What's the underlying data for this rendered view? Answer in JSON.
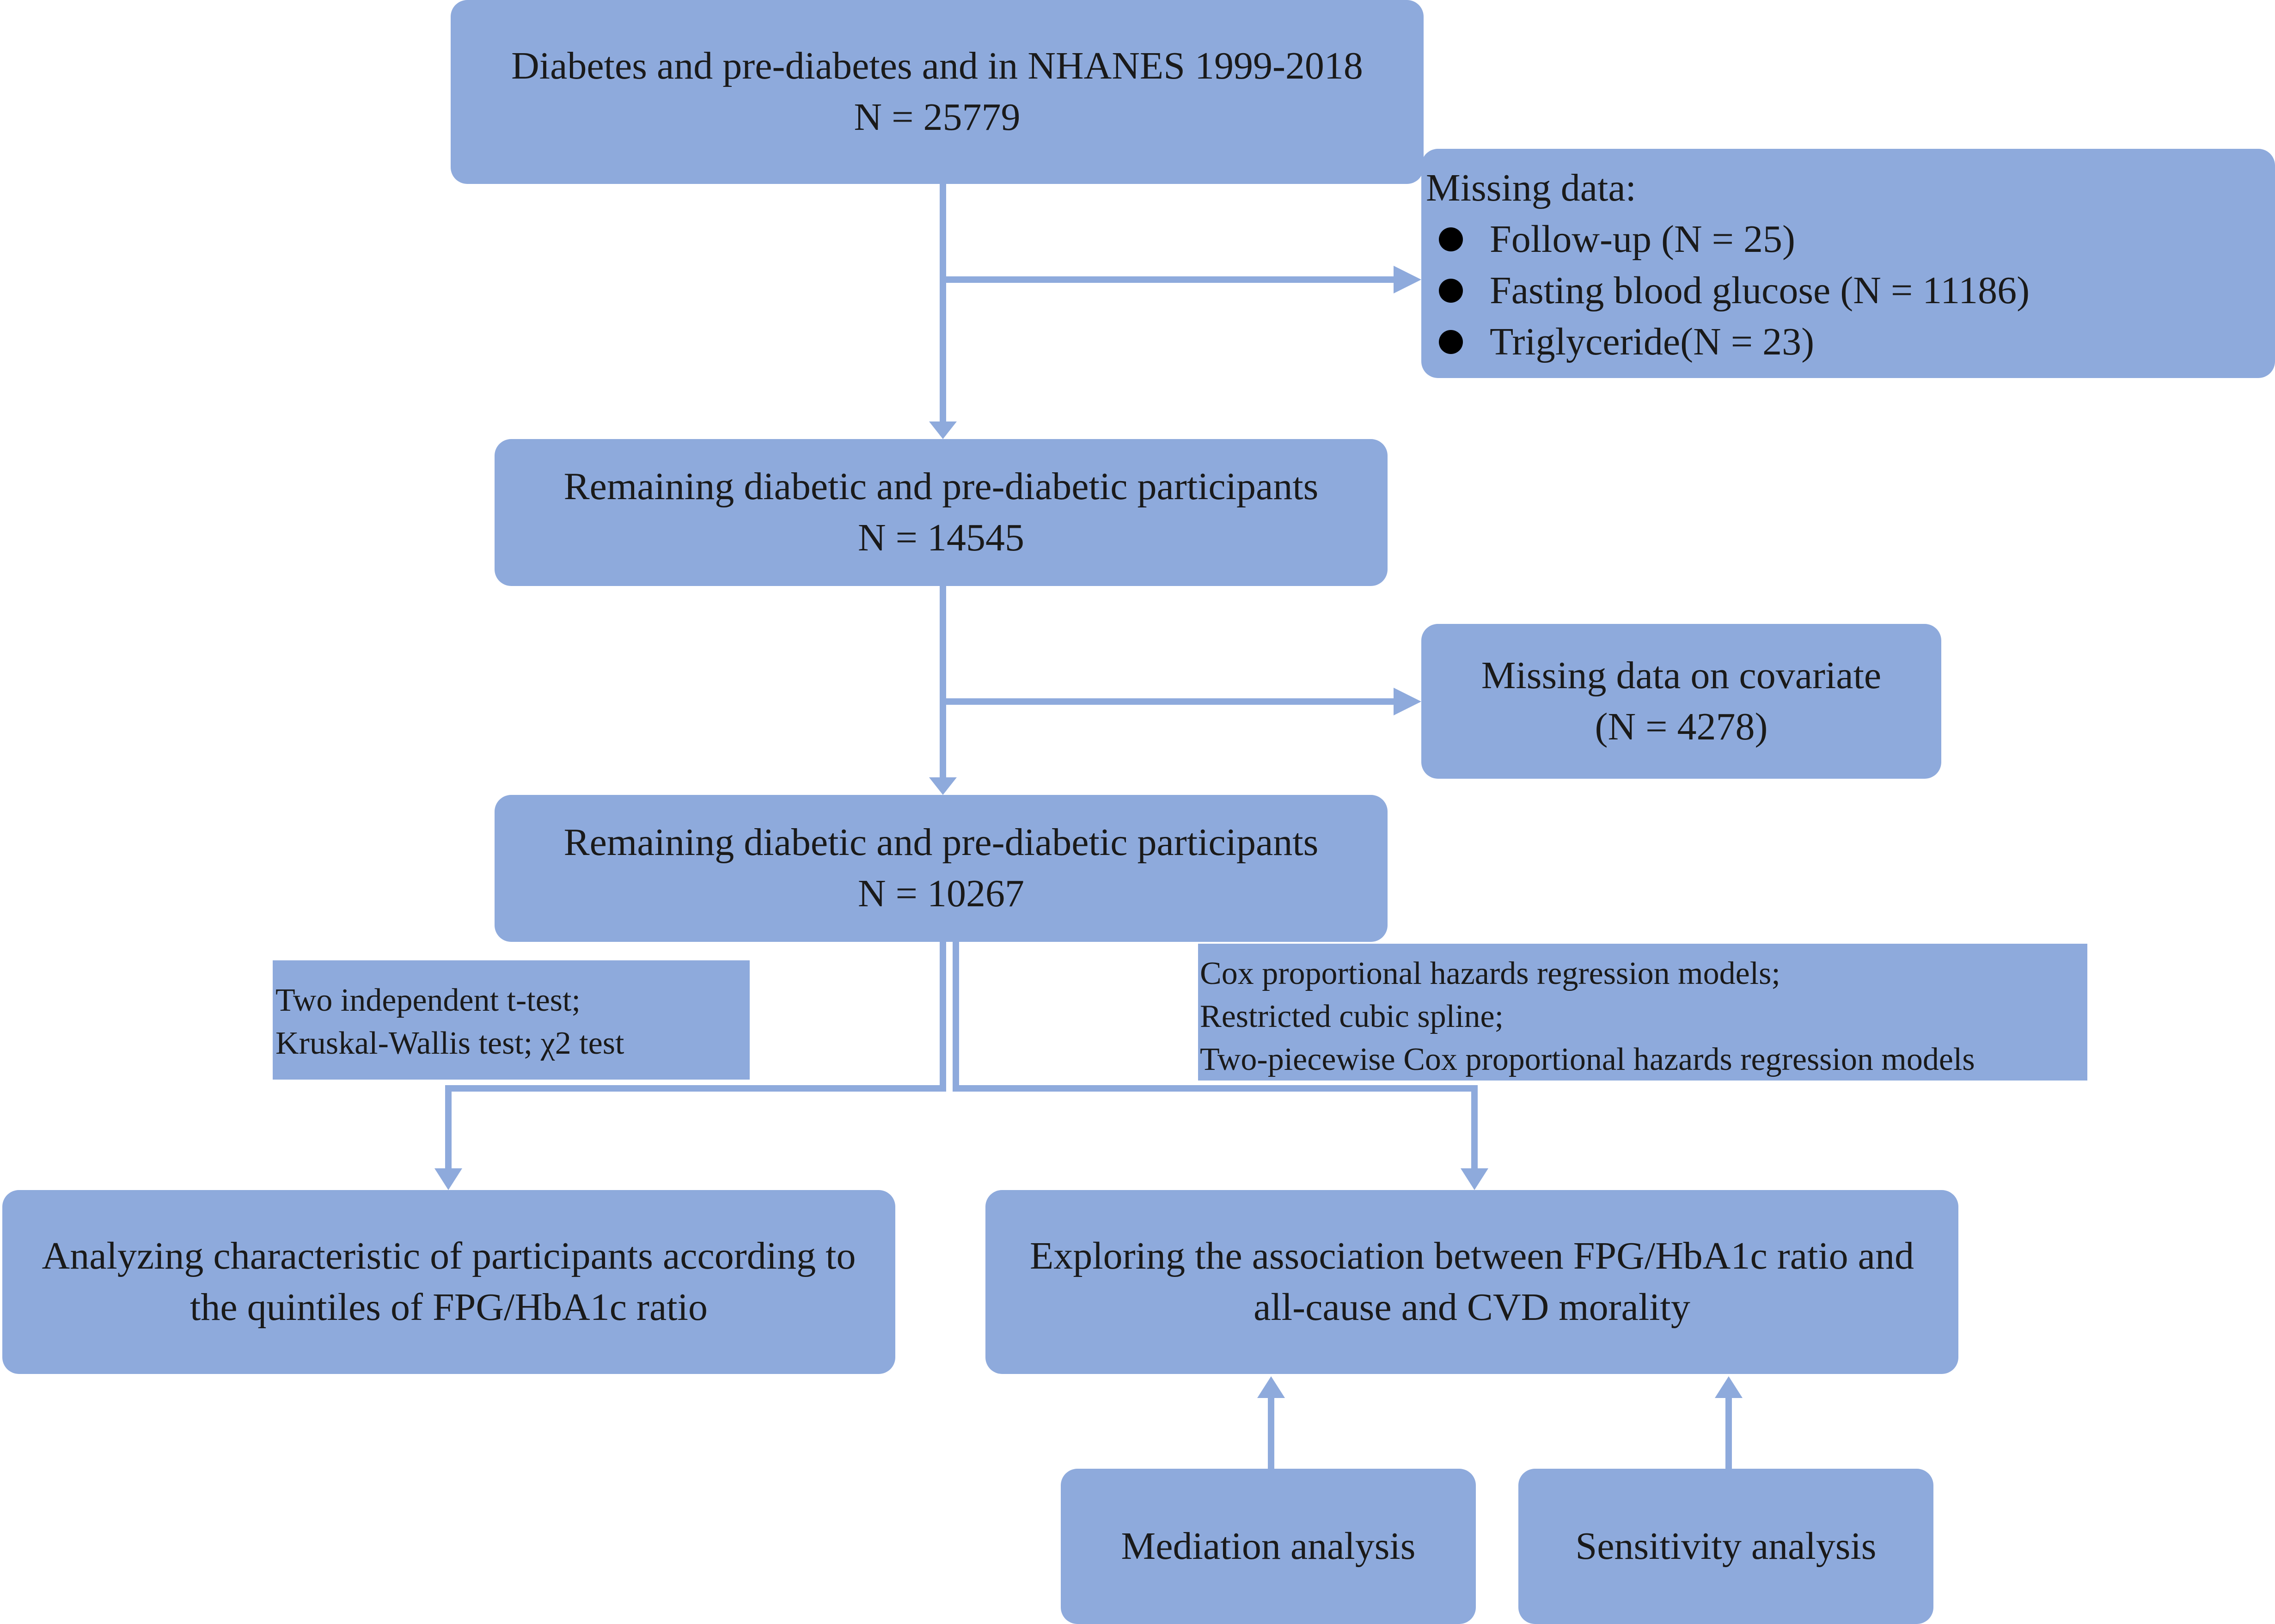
{
  "diagram": {
    "colors": {
      "box_fill": "#8eaadc",
      "connector": "#8eaadc",
      "text": "#1a1a1a",
      "bullet": "#000000"
    },
    "top_box": {
      "title": "Diabetes and pre-diabetes and in NHANES 1999-2018",
      "count": "N = 25779"
    },
    "missing_data": {
      "heading": "Missing data:",
      "items": [
        "Follow-up (N = 25)",
        "Fasting blood glucose (N = 11186)",
        "Triglyceride(N = 23)"
      ]
    },
    "remaining_1": {
      "title": "Remaining diabetic and pre-diabetic participants",
      "count": "N = 14545"
    },
    "missing_covariate": {
      "title": "Missing data on covariate",
      "count": "(N = 4278)"
    },
    "remaining_2": {
      "title": "Remaining diabetic and pre-diabetic participants",
      "count": "N = 10267"
    },
    "left_methods": {
      "lines": [
        "Two independent t-test;",
        "Kruskal-Wallis test; χ2 test"
      ]
    },
    "right_methods": {
      "lines": [
        "Cox proportional hazards regression models;",
        "Restricted cubic spline;",
        "Two-piecewise Cox proportional hazards regression models"
      ]
    },
    "characteristics": {
      "lines": [
        "Analyzing characteristic of participants according to",
        "the quintiles of FPG/HbA1c ratio"
      ]
    },
    "association": {
      "lines": [
        "Exploring the association between FPG/HbA1c ratio and",
        "all-cause and CVD morality"
      ]
    },
    "mediation": {
      "label": "Mediation analysis"
    },
    "sensitivity": {
      "label": "Sensitivity analysis"
    }
  }
}
